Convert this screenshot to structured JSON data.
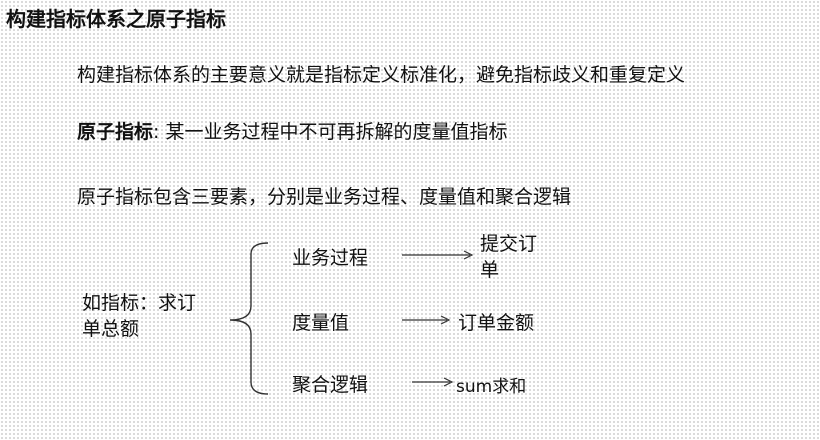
{
  "title": "构建指标体系之原子指标",
  "paragraphs": {
    "meaning": "构建指标体系的主要意义就是指标定义标准化，避免指标歧义和重复定义",
    "definition_term": "原子指标",
    "definition_text": ": 某一业务过程中不可再拆解的度量值指标",
    "elements": "原子指标包含三要素，分别是业务过程、度量值和聚合逻辑"
  },
  "example": {
    "label": "如指标：求订单总额",
    "items": [
      {
        "element": "业务过程",
        "value": "提交订单"
      },
      {
        "element": "度量值",
        "value": "订单金额"
      },
      {
        "element": "聚合逻辑",
        "value": "sum求和"
      }
    ]
  },
  "colors": {
    "text": "#111111",
    "line": "#333333"
  }
}
